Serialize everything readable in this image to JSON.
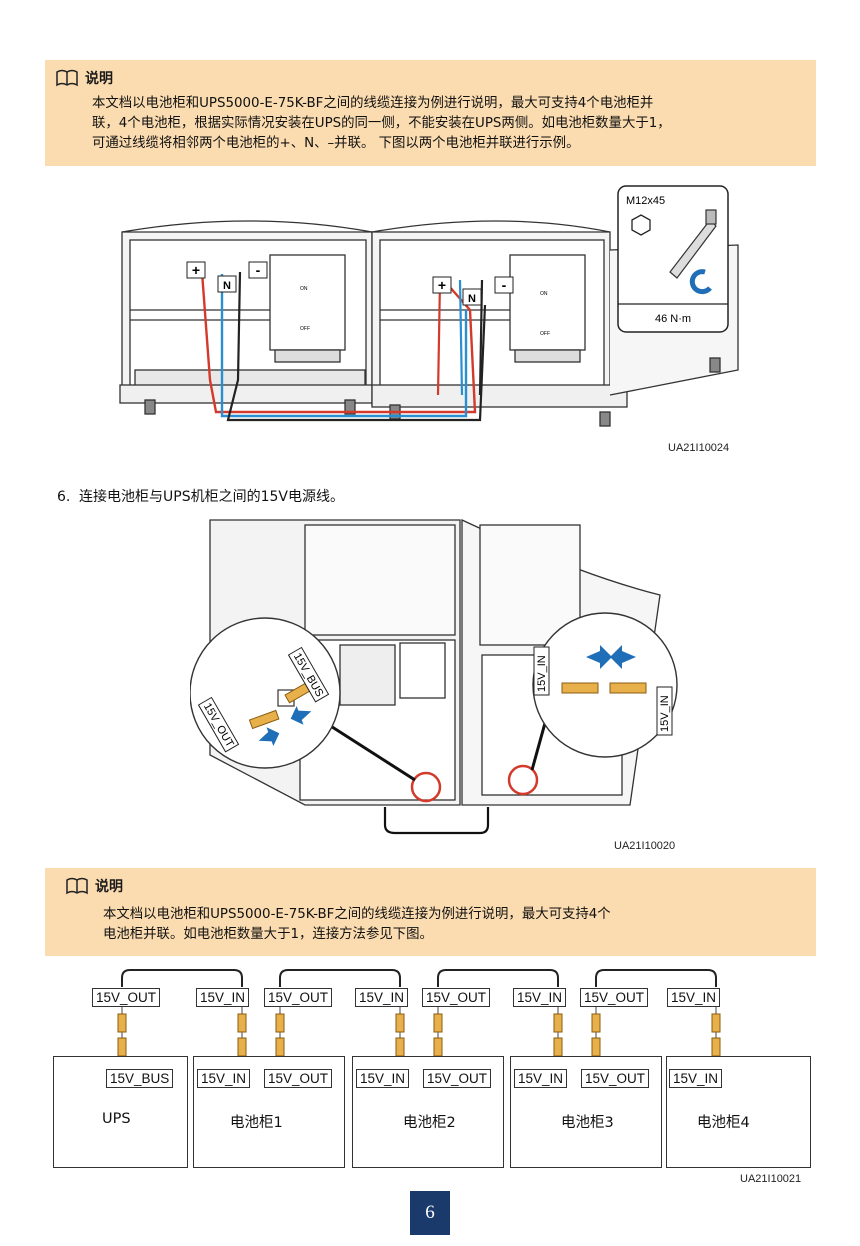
{
  "note1": {
    "title": "说明",
    "line1": "本文档以电池柜和UPS5000-E-75K-BF之间的线缆连接为例进行说明，最大可支持4个电池柜并",
    "line2": "联，4个电池柜，根据实际情况安装在UPS的同一侧，不能安装在UPS两侧。如电池柜数量大于1，",
    "line3": "可通过线缆将相邻两个电池柜的+、N、–并联。 下图以两个电池柜并联进行示例。"
  },
  "figure1": {
    "id": "UA21I10024",
    "bolt": "M12x45",
    "torque": "46 N·m",
    "terminals": [
      "+",
      "N",
      "-"
    ],
    "switch_on": "ON",
    "switch_off": "OFF"
  },
  "step": {
    "num": "6.",
    "text": "连接电池柜与UPS机柜之间的15V电源线。"
  },
  "figure2": {
    "id": "UA21I10020",
    "labels": {
      "bus": "15V_BUS",
      "out": "15V_OUT",
      "in_a": "15V_IN",
      "in_b": "15V_IN"
    }
  },
  "note2": {
    "title": "说明",
    "line1": "本文档以电池柜和UPS5000-E-75K-BF之间的线缆连接为例进行说明，最大可支持4个",
    "line2": "电池柜并联。如电池柜数量大于1，连接方法参见下图。"
  },
  "figure3": {
    "id": "UA21I10021",
    "top_tags": [
      "15V_OUT",
      "15V_IN",
      "15V_OUT",
      "15V_IN",
      "15V_OUT",
      "15V_IN",
      "15V_OUT",
      "15V_IN"
    ],
    "units": [
      {
        "name": "UPS",
        "ports": [
          "15V_BUS"
        ]
      },
      {
        "name": "电池柜1",
        "ports": [
          "15V_IN",
          "15V_OUT"
        ]
      },
      {
        "name": "电池柜2",
        "ports": [
          "15V_IN",
          "15V_OUT"
        ]
      },
      {
        "name": "电池柜3",
        "ports": [
          "15V_IN",
          "15V_OUT"
        ]
      },
      {
        "name": "电池柜4",
        "ports": [
          "15V_IN"
        ]
      }
    ]
  },
  "page": {
    "number": "6"
  },
  "colors": {
    "note_bg": "#fbdcb0",
    "page_box": "#1b3a6c",
    "cable_red": "#d33a2c",
    "cable_blue": "#2a8fd0",
    "connector": "#e8b04a"
  }
}
